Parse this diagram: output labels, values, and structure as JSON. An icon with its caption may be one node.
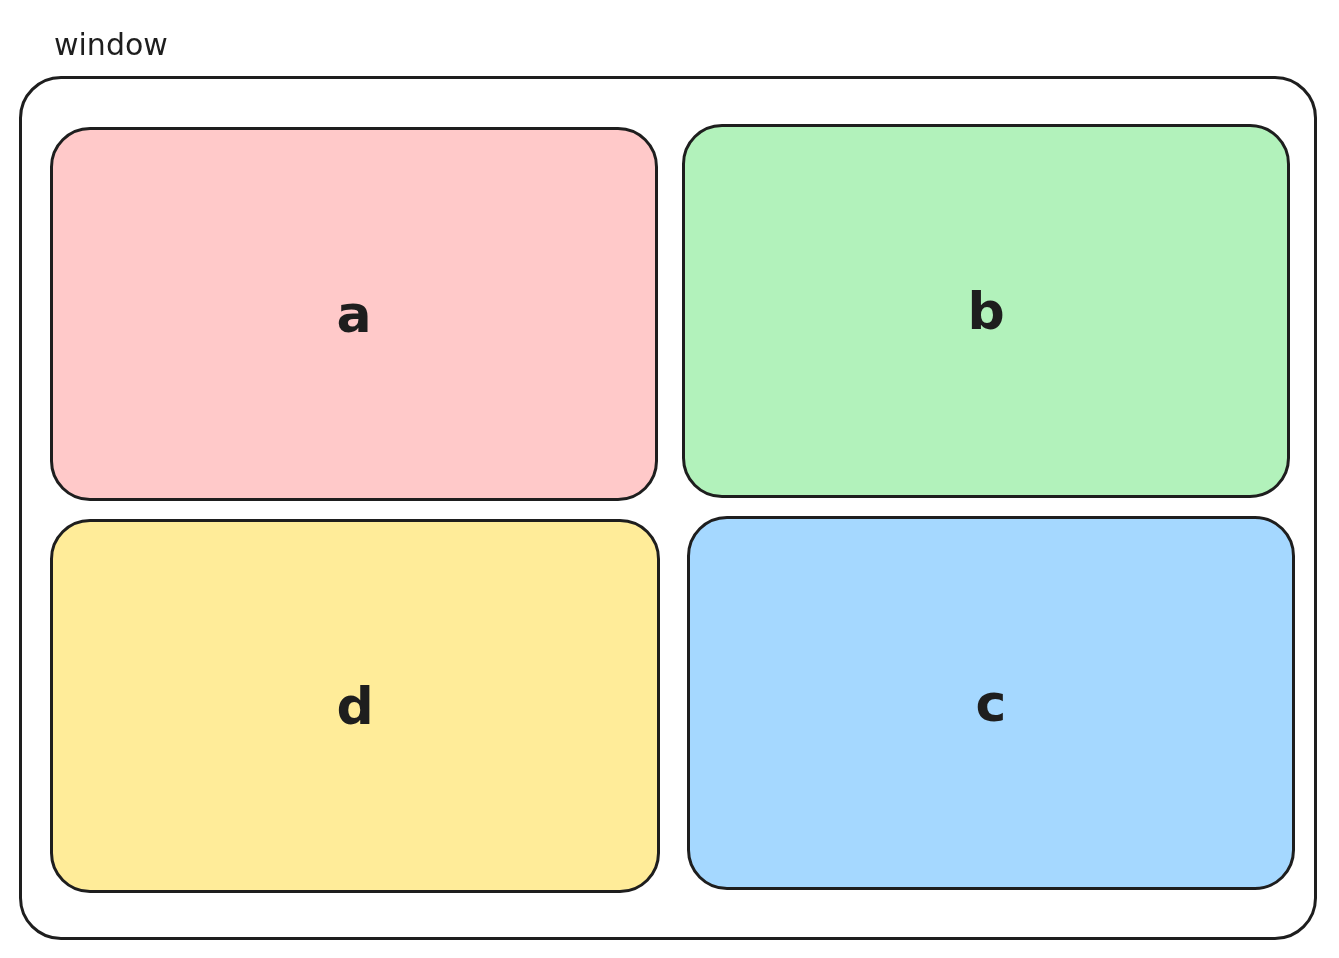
{
  "diagram": {
    "nodes": [
      {
        "text": [
          "window"
        ]
      },
      {
        "text": [
          "a"
        ],
        "in": 0
      },
      {
        "text": [
          "b"
        ],
        "in": 0
      },
      {
        "text": [
          "d"
        ],
        "in": 0
      },
      {
        "text": [
          "c"
        ],
        "in": 0
      }
    ]
  }
}
